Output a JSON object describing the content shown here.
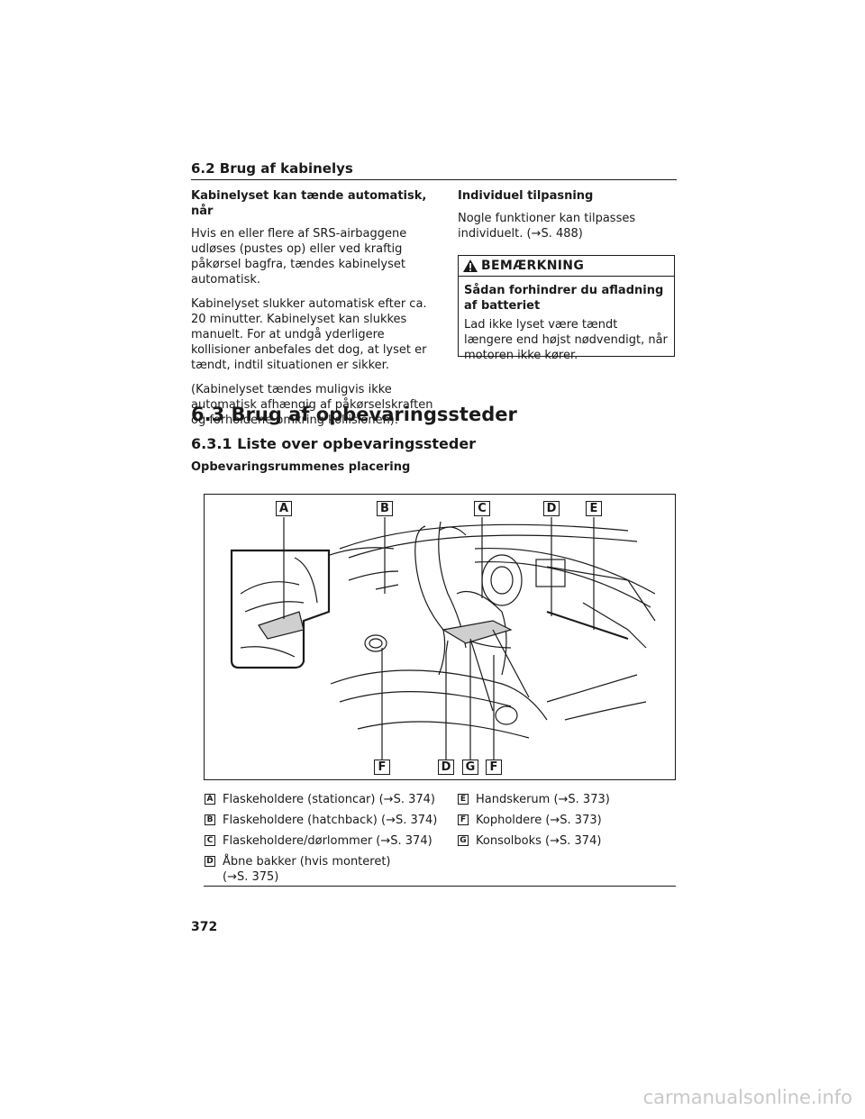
{
  "header": {
    "title": "6.2 Brug af kabinelys"
  },
  "left_column": {
    "subhead": "Kabinelyset kan tænde automatisk, når",
    "paragraphs": [
      "Hvis en eller flere af SRS-airbaggene udløses (pustes op) eller ved kraftig påkørsel bagfra, tændes kabinelyset automatisk.",
      "Kabinelyset slukker automatisk efter ca. 20 minutter. Kabinelyset kan slukkes manuelt. For at undgå yderligere kollisioner anbefales det dog, at lyset er tændt, indtil situationen er sikker.",
      "(Kabinelyset tændes muligvis ikke automatisk afhængig af påkørselskraften og forholdene omkring kollisionen)."
    ]
  },
  "right_column": {
    "subhead": "Individuel tilpasning",
    "paragraph": "Nogle funktioner kan tilpasses individuelt. (→S. 488)"
  },
  "notice": {
    "heading": "BEMÆRKNING",
    "icon": "warning-triangle-icon",
    "title": "Sådan forhindrer du afladning af batteriet",
    "text": "Lad ikke lyset være tændt længere end højst nødvendigt, når motoren ikke kører."
  },
  "section": {
    "h1": "6.3 Brug af opbevaringssteder",
    "h2": "6.3.1 Liste over opbevaringssteder",
    "h3": "Opbevaringsrummenes placering"
  },
  "figure": {
    "top_callouts": [
      "A",
      "B",
      "C",
      "D",
      "E"
    ],
    "bottom_callouts": [
      "F",
      "D",
      "G",
      "F"
    ]
  },
  "legend": {
    "left": [
      {
        "key": "A",
        "text": "Flaskeholdere (stationcar) (→S. 374)"
      },
      {
        "key": "B",
        "text": "Flaskeholdere (hatchback) (→S. 374)"
      },
      {
        "key": "C",
        "text": "Flaskeholdere/dørlommer (→S. 374)"
      },
      {
        "key": "D",
        "text": "Åbne bakker (hvis monteret) (→S. 375)"
      }
    ],
    "right": [
      {
        "key": "E",
        "text": "Handskerum (→S. 373)"
      },
      {
        "key": "F",
        "text": "Kopholdere (→S. 373)"
      },
      {
        "key": "G",
        "text": "Konsolboks (→S. 374)"
      }
    ]
  },
  "page_number": "372",
  "watermark": "carmanualsonline.info"
}
